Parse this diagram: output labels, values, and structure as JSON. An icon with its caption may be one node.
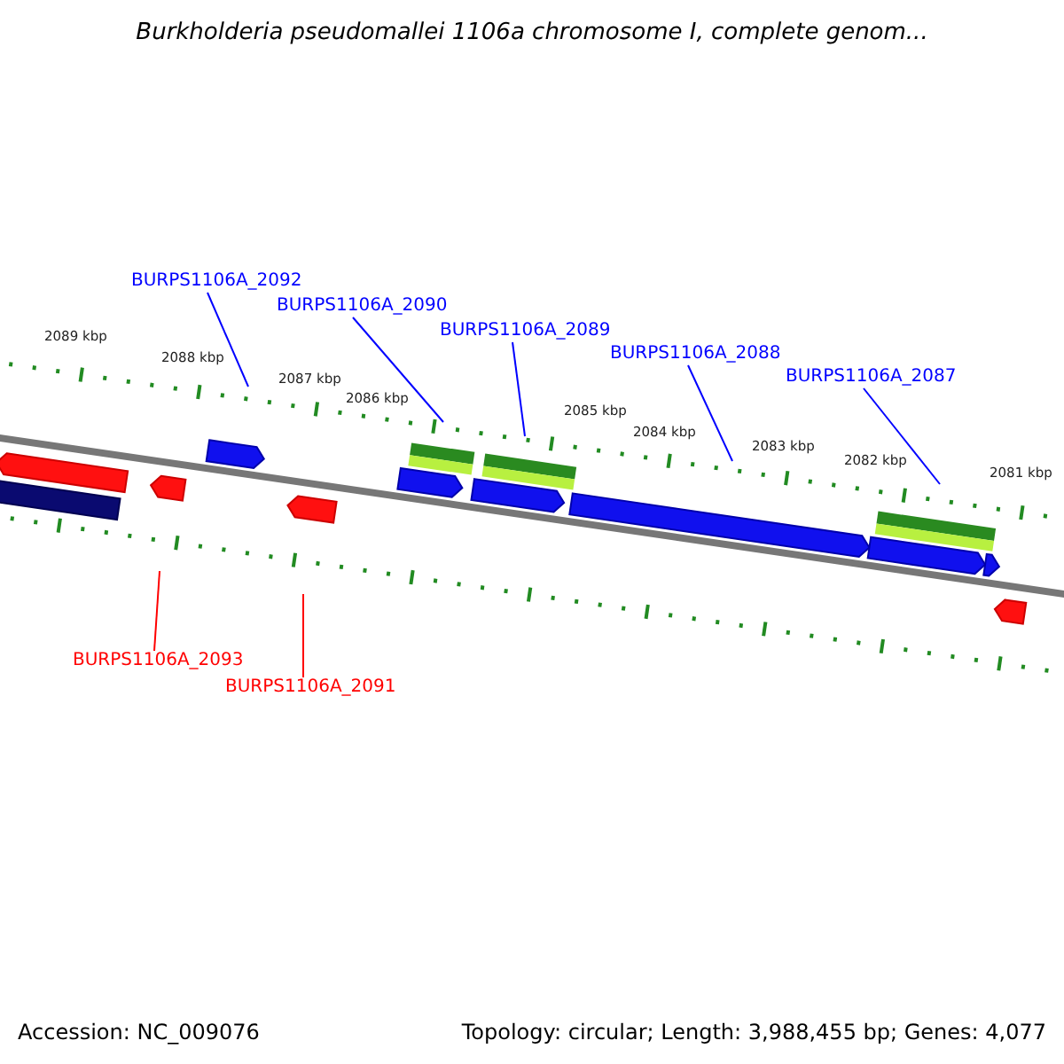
{
  "diagram": {
    "title": "Burkholderia pseudomallei 1106a chromosome I, complete genom...",
    "nodes": [
      {
        "text": [
          "BURPS1106A_2092"
        ]
      },
      {
        "text": [
          "BURPS1106A_2090"
        ]
      },
      {
        "text": [
          "BURPS1106A_2089"
        ]
      },
      {
        "text": [
          "BURPS1106A_2088"
        ]
      },
      {
        "text": [
          "BURPS1106A_2087"
        ]
      },
      {
        "text": [
          "BURPS1106A_2093"
        ]
      },
      {
        "text": [
          "BURPS1106A_2091"
        ]
      }
    ],
    "edges": [
      {
        "from": 0,
        "to": null,
        "arrow": "none"
      },
      {
        "from": 1,
        "to": null,
        "arrow": "none"
      },
      {
        "from": 2,
        "to": null,
        "arrow": "none"
      },
      {
        "from": 3,
        "to": null,
        "arrow": "none"
      },
      {
        "from": 4,
        "to": null,
        "arrow": "none"
      },
      {
        "from": 5,
        "to": null,
        "arrow": "none",
        "color": "#ff0000"
      },
      {
        "from": 6,
        "to": null,
        "arrow": "none",
        "color": "#ff0000"
      }
    ],
    "labels": [
      "2089 kbp",
      "2088 kbp",
      "2087 kbp",
      "2086 kbp",
      "2085 kbp",
      "2084 kbp",
      "2083 kbp",
      "2082 kbp",
      "2081 kbp",
      "Accession: NC_009076",
      "Topology: circular; Length: 3,988,455 bp; Genes: 4,077"
    ]
  }
}
